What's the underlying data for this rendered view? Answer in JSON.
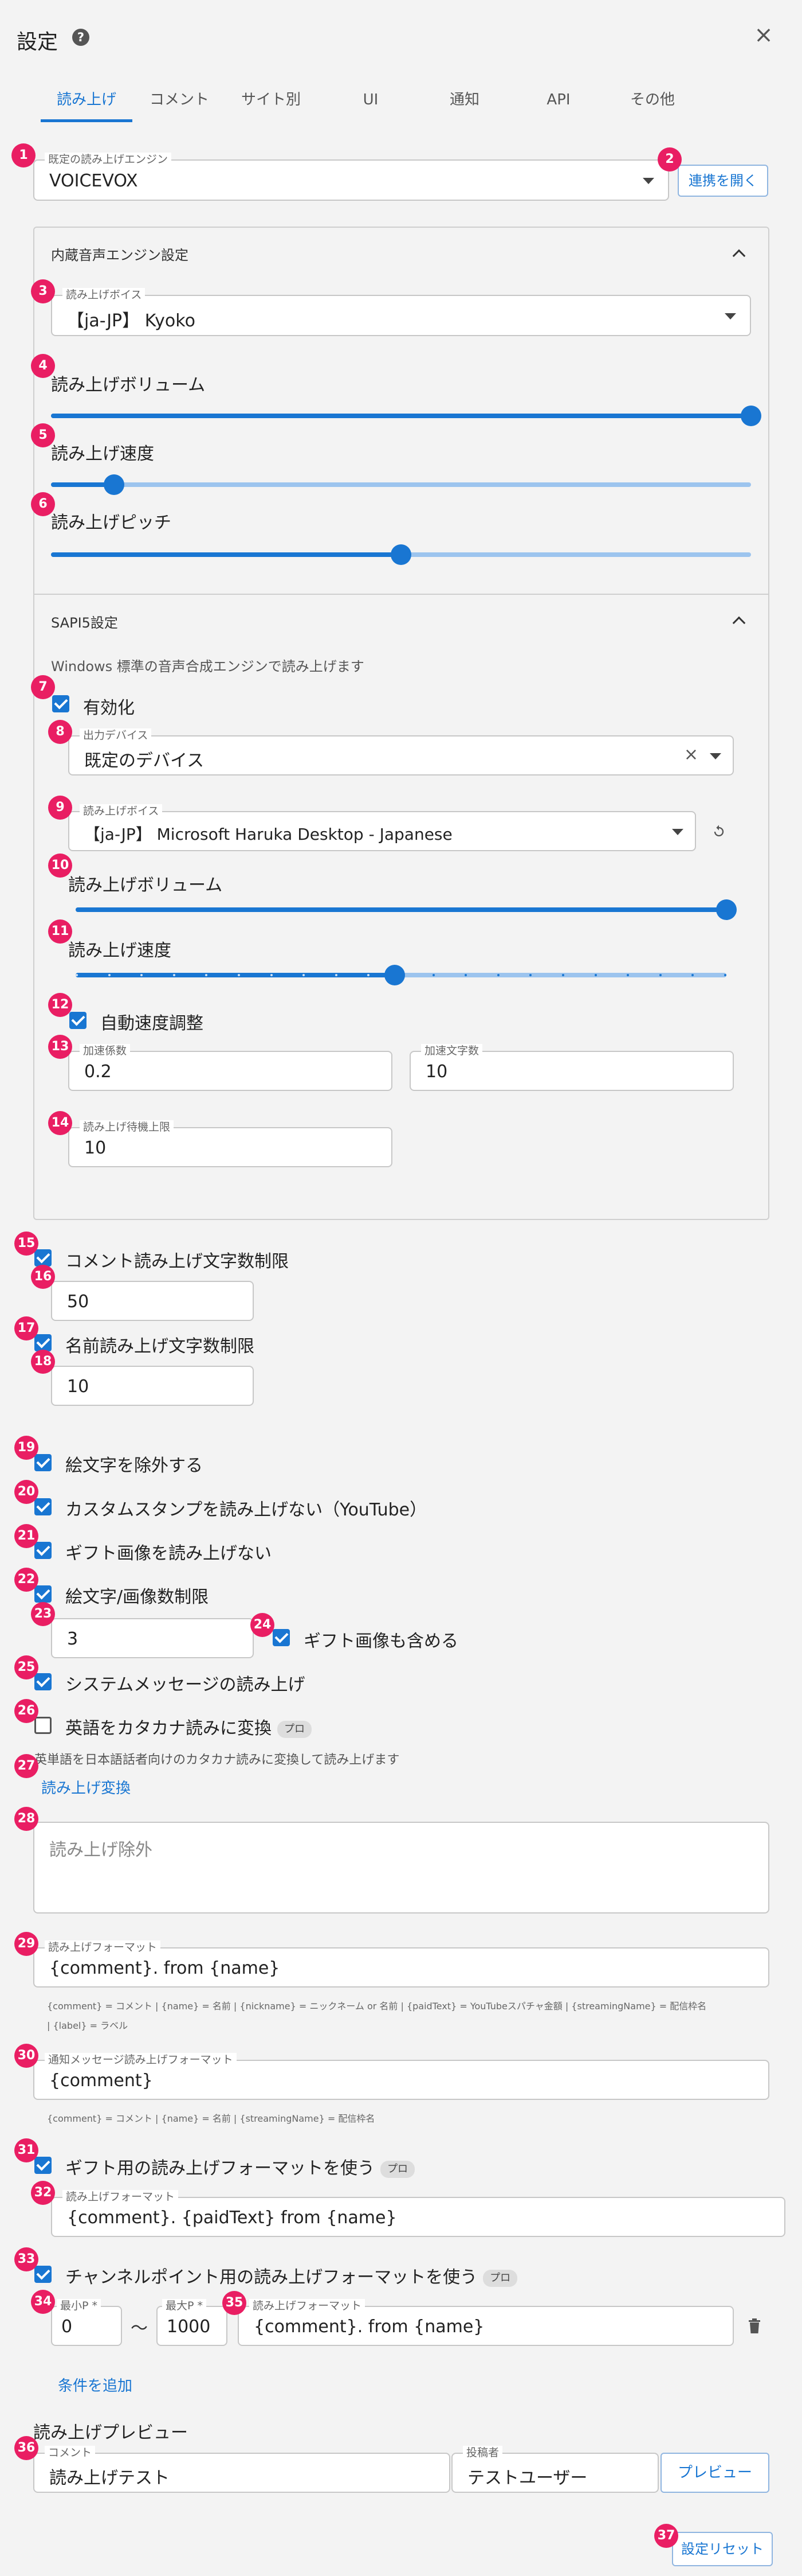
{
  "dialog": {
    "title": "設定",
    "help_icon": "?",
    "close_icon": "×"
  },
  "tabs": [
    "読み上げ",
    "コメント",
    "サイト別",
    "UI",
    "通知",
    "API",
    "その他"
  ],
  "badges": [
    "1",
    "2",
    "3",
    "4",
    "5",
    "6",
    "7",
    "8",
    "9",
    "10",
    "11",
    "12",
    "13",
    "14",
    "15",
    "16",
    "17",
    "18",
    "19",
    "20",
    "21",
    "22",
    "23",
    "24",
    "25",
    "26",
    "27",
    "28",
    "29",
    "30",
    "31",
    "32",
    "33",
    "34",
    "35",
    "36",
    "37"
  ],
  "engine": {
    "label": "既定の読み上げエンジン",
    "value": "VOICEVOX",
    "connect_button": "連携を開く"
  },
  "builtin": {
    "header": "内蔵音声エンジン設定",
    "voice_label": "読み上げボイス",
    "voice_value": "【ja-JP】 Kyoko",
    "volume_label": "読み上げボリューム",
    "volume": 1.0,
    "speed_label": "読み上げ速度",
    "speed": 0.09,
    "pitch_label": "読み上げピッチ",
    "pitch": 0.5
  },
  "sapi": {
    "header": "SAPI5設定",
    "description": "Windows 標準の音声合成エンジンで読み上げます",
    "enable_label": "有効化",
    "device_label": "出力デバイス",
    "device_value": "既定のデバイス",
    "voice_label": "読み上げボイス",
    "voice_value": "【ja-JP】 Microsoft Haruka Desktop - Japanese",
    "volume_label": "読み上げボリューム",
    "volume": 1.0,
    "speed_label": "読み上げ速度",
    "speed": 0.49,
    "auto_speed_label": "自動速度調整",
    "accel_factor_label": "加速係数",
    "accel_factor_value": "0.2",
    "accel_chars_label": "加速文字数",
    "accel_chars_value": "10",
    "wait_limit_label": "読み上げ待機上限",
    "wait_limit_value": "10"
  },
  "options": {
    "comment_limit_label": "コメント読み上げ文字数制限",
    "comment_limit_value": "50",
    "name_limit_label": "名前読み上げ文字数制限",
    "name_limit_value": "10",
    "exclude_emoji_label": "絵文字を除外する",
    "custom_stamp_label": "カスタムスタンプを読み上げない（YouTube）",
    "gift_image_label": "ギフト画像を読み上げない",
    "emoji_limit_label": "絵文字/画像数制限",
    "emoji_limit_value": "3",
    "gift_include_label": "ギフト画像も含める",
    "system_message_label": "システムメッセージの読み上げ",
    "katakana_label": "英語をカタカナ読みに変換",
    "pro_chip": "プロ",
    "katakana_desc": "英単語を日本語話者向けのカタカナ読みに変換して読み上げます",
    "reading_convert_link": "読み上げ変換",
    "exclude_placeholder": "読み上げ除外"
  },
  "format": {
    "label": "読み上げフォーマット",
    "value": "{comment}. from {name}",
    "help1": "{comment} = コメント | {name} = 名前 | {nickname} = ニックネーム or 名前 | {paidText} = YouTubeスパチャ金額 | {streamingName} = 配信枠名",
    "help2": "| {label} = ラベル",
    "notify_label": "通知メッセージ読み上げフォーマット",
    "notify_value": "{comment}",
    "notify_help": "{comment} = コメント | {name} = 名前 | {streamingName} = 配信枠名",
    "gift_toggle_label": "ギフト用の読み上げフォーマットを使う",
    "gift_format_label": "読み上げフォーマット",
    "gift_format_value": "{comment}. {paidText} from {name}",
    "channel_toggle_label": "チャンネルポイント用の読み上げフォーマットを使う",
    "min_label": "最小P *",
    "min_value": "0",
    "tilde": "〜",
    "max_label": "最大P *",
    "max_value": "1000",
    "channel_format_label": "読み上げフォーマット",
    "channel_format_value": "{comment}. from {name}",
    "add_condition": "条件を追加"
  },
  "preview": {
    "title": "読み上げプレビュー",
    "comment_label": "コメント",
    "comment_value": "読み上げテスト",
    "author_label": "投稿者",
    "author_value": "テストユーザー",
    "preview_button": "プレビュー"
  },
  "reset_button": "設定リセット"
}
